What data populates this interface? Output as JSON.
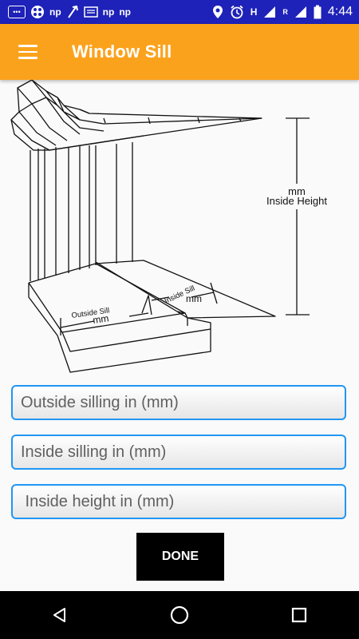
{
  "status_bar": {
    "left_icons": [
      "message-icon",
      "dotted-app-icon",
      "np-app-icon",
      "tool-app-icon",
      "news-app-icon",
      "np-app-icon",
      "np-app-icon"
    ],
    "right_icons": [
      "location-icon",
      "alarm-icon",
      "signal-h-icon",
      "signal-r-icon",
      "battery-icon"
    ],
    "np_label": "np",
    "h_label": "H",
    "r_label": "R",
    "time": "4:44"
  },
  "app_bar": {
    "title": "Window Sill",
    "background": "#fba21c"
  },
  "diagram": {
    "mm_top": "mm",
    "inside_height": "Inside Height",
    "outside_sill": "Outside Sill",
    "outside_mm": "mm",
    "inside_sill": "Inside Sill",
    "inside_mm": "mm"
  },
  "form": {
    "outside_placeholder": "Outside silling in (mm)",
    "inside_placeholder": "Inside silling in (mm)",
    "height_placeholder": " Inside height in (mm)",
    "done_label": "DONE",
    "accent": "#2196f3"
  },
  "nav_bar": {
    "buttons": [
      "back-icon",
      "home-icon",
      "recents-icon"
    ]
  }
}
